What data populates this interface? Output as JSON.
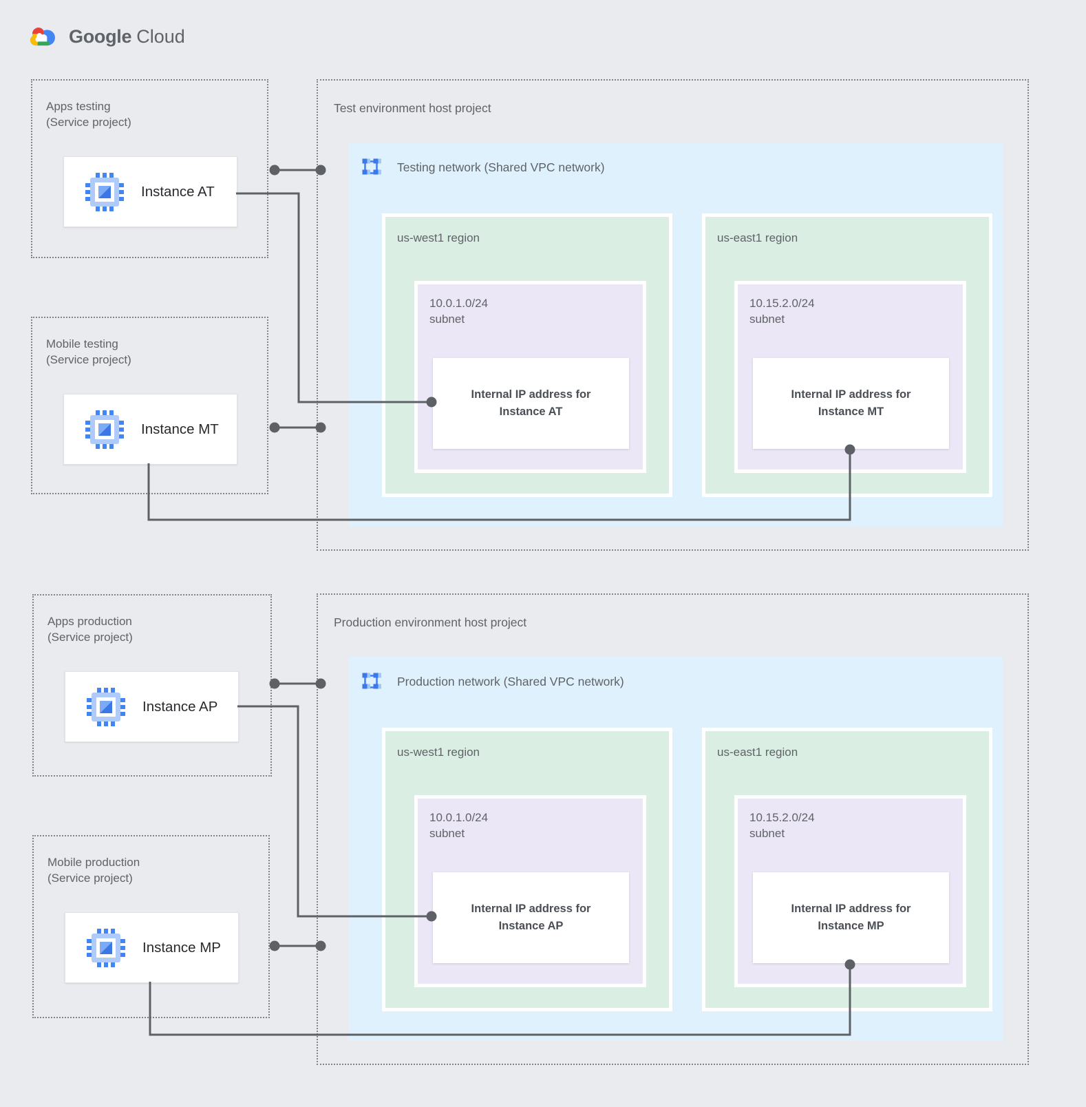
{
  "logo": {
    "brand": "Google",
    "product": "Cloud"
  },
  "icons": {
    "logo": "google-cloud-logo",
    "instance": "compute-engine-chip-icon",
    "network": "vpc-network-icon"
  },
  "colors": {
    "page_background": "#e9ebee",
    "network_fill": "#dff1fd",
    "region_fill": "#daeee4",
    "subnet_fill": "#ece7f6",
    "connector": "#5d6166",
    "label_gray": "#5f6368",
    "accent_blue": "#4285f4",
    "logo_red": "#ea4335",
    "logo_yellow": "#fbbc04",
    "logo_green": "#34a853"
  },
  "test": {
    "host_label": "Test environment host project",
    "network_label": "Testing network (Shared VPC network)",
    "apps_project": {
      "line1": "Apps testing",
      "line2": "(Service project)",
      "instance_label": "Instance AT"
    },
    "mobile_project": {
      "line1": "Mobile testing",
      "line2": "(Service project)",
      "instance_label": "Instance MT"
    },
    "west_region": {
      "label": "us-west1 region",
      "cidr": "10.0.1.0/24",
      "subnet_word": "subnet",
      "ip_line1": "Internal IP address for",
      "ip_line2": "Instance AT"
    },
    "east_region": {
      "label": "us-east1 region",
      "cidr": "10.15.2.0/24",
      "subnet_word": "subnet",
      "ip_line1": "Internal IP address for",
      "ip_line2": "Instance MT"
    }
  },
  "prod": {
    "host_label": "Production environment host project",
    "network_label": "Production network (Shared VPC network)",
    "apps_project": {
      "line1": "Apps production",
      "line2": "(Service project)",
      "instance_label": "Instance AP"
    },
    "mobile_project": {
      "line1": "Mobile production",
      "line2": "(Service project)",
      "instance_label": "Instance MP"
    },
    "west_region": {
      "label": "us-west1 region",
      "cidr": "10.0.1.0/24",
      "subnet_word": "subnet",
      "ip_line1": "Internal IP address for",
      "ip_line2": "Instance AP"
    },
    "east_region": {
      "label": "us-east1 region",
      "cidr": "10.15.2.0/24",
      "subnet_word": "subnet",
      "ip_line1": "Internal IP address for",
      "ip_line2": "Instance MP"
    }
  }
}
